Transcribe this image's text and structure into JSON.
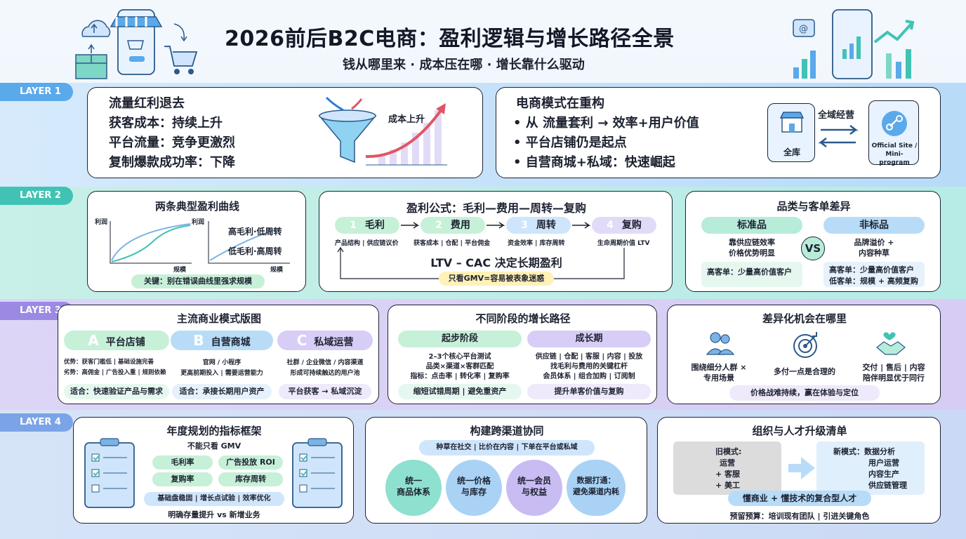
{
  "header": {
    "title": "2026前后B2C电商：盈利逻辑与增长路径全景",
    "subtitle": "钱从哪里来 · 成本压在哪 · 增长靠什么驱动"
  },
  "layers": [
    "LAYER 1",
    "LAYER 2",
    "LAYER 3",
    "LAYER 4"
  ],
  "colors": {
    "layer1": "#5aa9ea",
    "layer2": "#40c3b4",
    "layer3": "#9b89e3",
    "layer4": "#7ba4e6",
    "green": "#c7f0d8",
    "blue": "#cfe5fb",
    "purple": "#e2dbf8",
    "teal": "#8ee0cf",
    "dark": "#1d2230"
  },
  "l1": {
    "traffic": {
      "title": "流量红利退去",
      "lines": [
        "获客成本：持续上升",
        "平台流量：竞争更激烈",
        "复制爆款成功率：下降"
      ],
      "chart_label": "成本上升"
    },
    "model": {
      "title": "电商模式在重构",
      "bullets": [
        "从 流量套利 → 效率+用户价值",
        "平台店铺仍是起点",
        "自营商城+私域：快速崛起"
      ],
      "store_label": "全库",
      "sync_label": "全域经营",
      "site_label": "Official Site / Mini-program"
    }
  },
  "l2": {
    "curves": {
      "title": "两条典型盈利曲线",
      "y_label": "利润",
      "x_label": "规模",
      "curve_a": "高毛利·低周转",
      "curve_b": "低毛利·高周转",
      "note": "关键：别在错误曲线里强求规模"
    },
    "formula": {
      "title": "盈利公式：毛利—费用—周转—复购",
      "steps": [
        {
          "num": "1",
          "label": "毛利",
          "desc": "产品结构 | 供应链议价"
        },
        {
          "num": "2",
          "label": "费用",
          "desc": "获客成本 | 仓配 | 平台佣金"
        },
        {
          "num": "3",
          "label": "周转",
          "desc": "资金效率 | 库存周转"
        },
        {
          "num": "4",
          "label": "复购",
          "desc": "生命周期价值 LTV"
        }
      ],
      "ltv": "LTV – CAC 决定长期盈利",
      "warn": "只看GMV=容易被表象迷惑"
    },
    "category": {
      "title": "品类与客单差异",
      "std": "标准品",
      "nonstd": "非标品",
      "std_desc": [
        "靠供应链效率",
        "价格优势明显"
      ],
      "nonstd_desc": [
        "品牌溢价 +",
        "内容种草"
      ],
      "vs": "VS",
      "std_note": "高客单：少量高价值客户",
      "nonstd_notes": [
        "高客单：少量高价值客户",
        "低客单：规模 + 高频复购"
      ]
    }
  },
  "l3": {
    "models": {
      "title": "主流商业模式版图",
      "cols": [
        {
          "letter": "A",
          "name": "平台店铺",
          "lines": [
            "优势：获客门槛低 | 基础设施完善",
            "劣势：高佣金 | 广告投入重 | 规则依赖"
          ],
          "fit": "适合：快速验证产品与需求"
        },
        {
          "letter": "B",
          "name": "自营商城",
          "lines": [
            "官网 / 小程序",
            "更高前期投入 | 需要运营能力"
          ],
          "fit": "适合：承接长期用户资产"
        },
        {
          "letter": "C",
          "name": "私域运营",
          "lines": [
            "社群 / 企业微信 / 内容渠道",
            "形成可持续触达的用户池"
          ],
          "fit": "平台获客 → 私域沉淀"
        }
      ]
    },
    "stages": {
      "title": "不同阶段的增长路径",
      "start": {
        "name": "起步阶段",
        "lines": [
          "2–3个核心平台测试",
          "品类×渠道×客群匹配",
          "指标：点击率 | 转化率 | 复购率"
        ],
        "note": "缩短试错周期 | 避免重资产"
      },
      "growth": {
        "name": "成长期",
        "lines": [
          "供应链 | 仓配 | 客服 | 内容 | 投放",
          "找毛利与费用的关键杠杆",
          "会员体系 | 组合加购 | 订阅制"
        ],
        "note": "提升单客价值与复购"
      }
    },
    "diff": {
      "title": "差异化机会在哪里",
      "items": [
        {
          "icon": "people-icon",
          "text": [
            "围绕细分人群 ×",
            "专用场景"
          ]
        },
        {
          "icon": "target-icon",
          "text": [
            "多付一点是合理的"
          ]
        },
        {
          "icon": "handshake-icon",
          "text": [
            "交付 | 售后 | 内容",
            "陪伴明显优于同行"
          ]
        }
      ],
      "note": "价格战难持续，赢在体验与定位"
    }
  },
  "l4": {
    "kpi": {
      "title": "年度规划的指标框架",
      "sub": "不能只看 GMV",
      "metrics": [
        "毛利率",
        "广告投放 ROI",
        "复购率",
        "库存周转"
      ],
      "row": "基础盘稳固 | 增长点试验 | 效率优化",
      "bottom": "明确存量提升 vs 新增业务"
    },
    "channel": {
      "title": "构建跨渠道协同",
      "sub": "种草在社交 | 比价在内容 | 下单在平台或私域",
      "circles": [
        [
          "统一",
          "商品体系"
        ],
        [
          "统一价格",
          "与库存"
        ],
        [
          "统一会员",
          "与权益"
        ],
        [
          "数据打通：",
          "避免渠道内耗"
        ]
      ]
    },
    "org": {
      "title": "组织与人才升级清单",
      "old": [
        "旧模式:",
        "运营",
        "+ 客服",
        "+ 美工"
      ],
      "new": [
        "新模式：数据分析",
        "用户运营",
        "内容生产",
        "供应链管理"
      ],
      "badge": "懂商业 + 懂技术的复合型人才",
      "budget": "预留预算：培训现有团队 | 引进关键角色"
    }
  }
}
